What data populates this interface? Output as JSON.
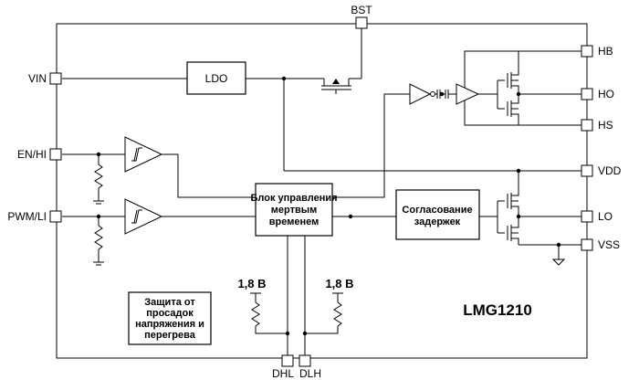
{
  "pins": {
    "vin": "VIN",
    "en_hi": "EN/HI",
    "pwm_li": "PWM/LI",
    "bst": "BST",
    "hb": "HB",
    "ho": "HO",
    "hs": "HS",
    "vdd": "VDD",
    "lo": "LO",
    "vss": "VSS",
    "dhl": "DHL",
    "dlh": "DLH"
  },
  "blocks": {
    "ldo": "LDO",
    "deadtime": [
      "Блок управления",
      "мертвым",
      "временем"
    ],
    "delay_match": [
      "Согласование",
      "задержек"
    ],
    "protection": [
      "Защита от",
      "просадок",
      "напряжения и",
      "перегрева"
    ]
  },
  "supply_labels": {
    "left": "1,8 В",
    "right": "1,8 В"
  },
  "chip_name": "LMG1210"
}
